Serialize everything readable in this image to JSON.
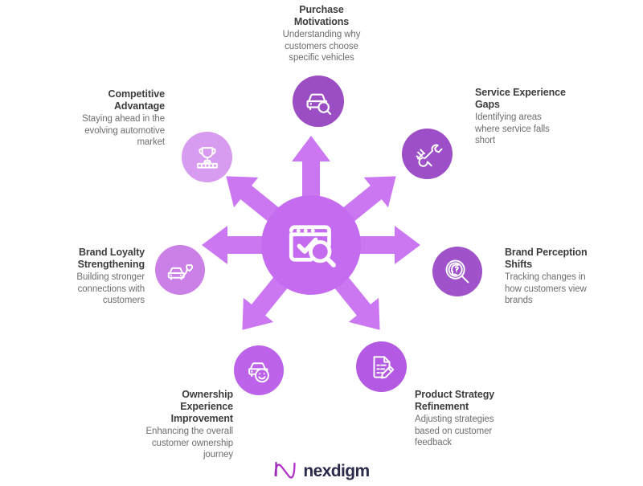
{
  "diagram": {
    "type": "hub-and-spoke",
    "hub": {
      "icon": "window-checklist-search-icon",
      "color": "#c56bf0"
    },
    "arrow_color": "#cc77f2",
    "nodes": [
      {
        "id": "purchase-motivations",
        "title": "Purchase\nMotivations",
        "title_line1": "Purchase",
        "title_line2": "Motivations",
        "desc": "Understanding why customers choose specific vehicles",
        "desc_line1": "Understanding why",
        "desc_line2": "customers choose",
        "desc_line3": "specific vehicles",
        "icon": "car-search-icon",
        "color": "#9b4dc4",
        "align": "center",
        "direction": "up"
      },
      {
        "id": "service-experience-gaps",
        "title": "Service Experience Gaps",
        "title_line1": "Service Experience",
        "title_line2": "Gaps",
        "desc": "Identifying areas where service falls short",
        "desc_line1": "Identifying areas",
        "desc_line2": "where service falls",
        "desc_line3": "short",
        "icon": "wrench-screwdriver-icon",
        "color": "#9c4fc6",
        "align": "left",
        "direction": "up-right"
      },
      {
        "id": "brand-perception-shifts",
        "title": "Brand Perception Shifts",
        "title_line1": "Brand Perception",
        "title_line2": "Shifts",
        "desc": "Tracking changes in how customers view brands",
        "desc_line1": "Tracking changes in",
        "desc_line2": "how customers view",
        "desc_line3": "brands",
        "icon": "head-question-magnifier-icon",
        "color": "#9f52c9",
        "align": "left",
        "direction": "right"
      },
      {
        "id": "product-strategy-refinement",
        "title": "Product Strategy Refinement",
        "title_line1": "Product Strategy",
        "title_line2": "Refinement",
        "desc": "Adjusting strategies based on customer feedback",
        "desc_line1": "Adjusting strategies",
        "desc_line2": "based on customer",
        "desc_line3": "feedback",
        "icon": "document-pencil-icon",
        "color": "#b45ae2",
        "align": "left",
        "direction": "down-right"
      },
      {
        "id": "ownership-experience-improvement",
        "title": "Ownership Experience Improvement",
        "title_line1": "Ownership",
        "title_line2": "Experience",
        "title_line3": "Improvement",
        "desc": "Enhancing the overall customer ownership journey",
        "desc_line1": "Enhancing the overall",
        "desc_line2": "customer ownership",
        "desc_line3": "journey",
        "icon": "car-smiley-icon",
        "color": "#bd63ea",
        "align": "right",
        "direction": "down-left"
      },
      {
        "id": "brand-loyalty-strengthening",
        "title": "Brand Loyalty Strengthening",
        "title_line1": "Brand Loyalty",
        "title_line2": "Strengthening",
        "desc": "Building stronger connections with customers",
        "desc_line1": "Building stronger",
        "desc_line2": "connections with",
        "desc_line3": "customers",
        "icon": "car-heart-icon",
        "color": "#cb80e8",
        "align": "right",
        "direction": "left"
      },
      {
        "id": "competitive-advantage",
        "title": "Competitive Advantage",
        "title_line1": "Competitive",
        "title_line2": "Advantage",
        "desc": "Staying ahead in the evolving automotive market",
        "desc_line1": "Staying ahead in the",
        "desc_line2": "evolving automotive",
        "desc_line3": "market",
        "icon": "trophy-podium-icon",
        "color": "#d79bef",
        "align": "right",
        "direction": "up-left"
      }
    ]
  },
  "footer": {
    "logo_text": "nexdigm",
    "logo_mark": "nexdigm-zigzag-mark",
    "mark_color": "#b233c8",
    "word_color": "#2a2a4a"
  }
}
